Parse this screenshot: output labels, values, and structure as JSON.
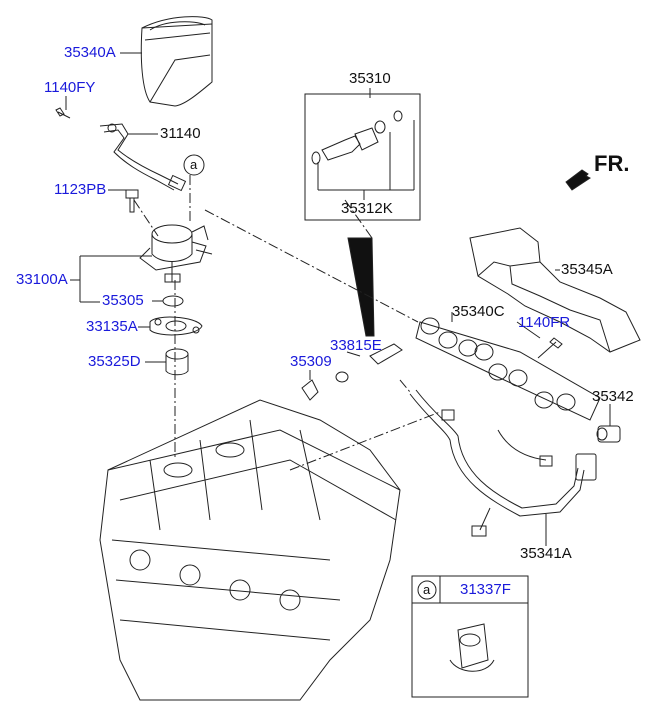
{
  "colors": {
    "link": "#1a1adb",
    "text": "#111111",
    "line": "#222222"
  },
  "direction": {
    "label": "FR.",
    "icon": "front-arrow-icon"
  },
  "labels": {
    "p35340A": "35340A",
    "p1140FY": "1140FY",
    "p31140": "31140",
    "p1123PB": "1123PB",
    "p33100A": "33100A",
    "p35305": "35305",
    "p33135A": "33135A",
    "p35325D": "35325D",
    "p35310": "35310",
    "p35312K": "35312K",
    "p35345A": "35345A",
    "p35340C": "35340C",
    "p1140FR": "1140FR",
    "p33815E": "33815E",
    "p35309": "35309",
    "p35342": "35342",
    "p35341A": "35341A",
    "p31337F": "31337F"
  },
  "callouts": {
    "ref_a": "a",
    "inset_a": "a"
  }
}
